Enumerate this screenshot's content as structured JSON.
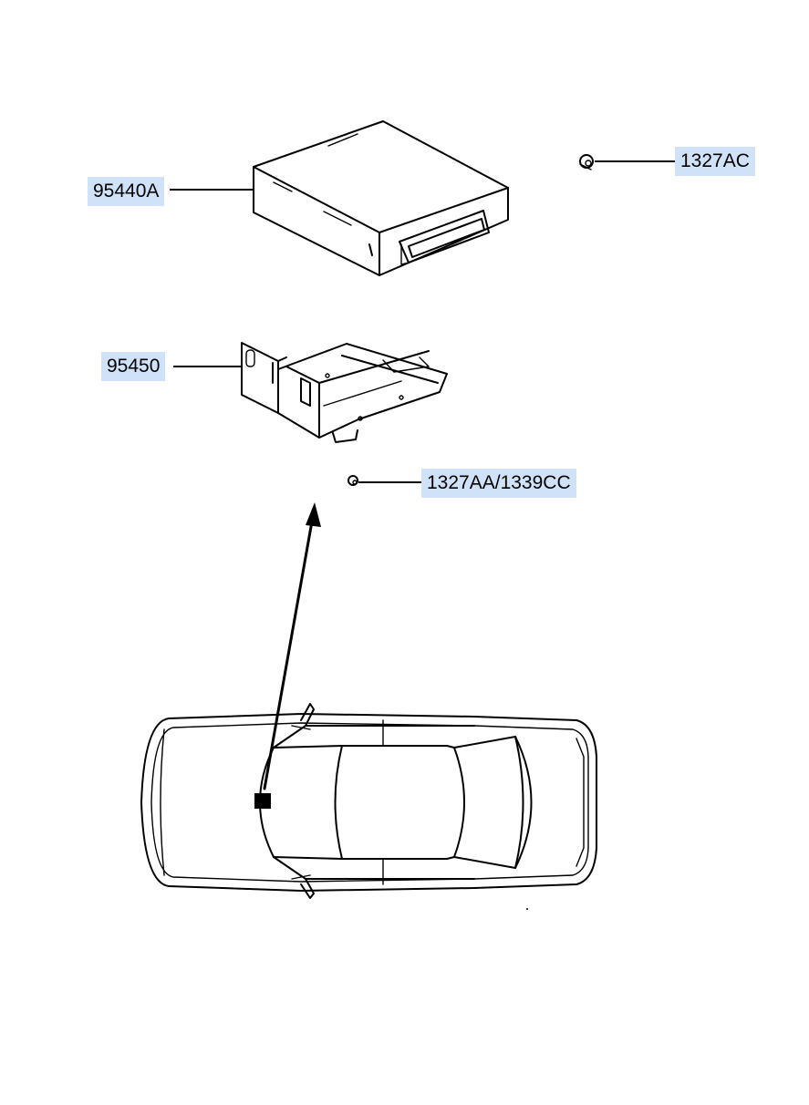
{
  "colors": {
    "label_bg": "#cfe2f7",
    "line": "#000000",
    "background": "#ffffff"
  },
  "callouts": {
    "ecu": "95440A",
    "bracket": "95450",
    "ecu_screw": "1327AC",
    "bracket_screw": "1327AA/1339CC"
  }
}
